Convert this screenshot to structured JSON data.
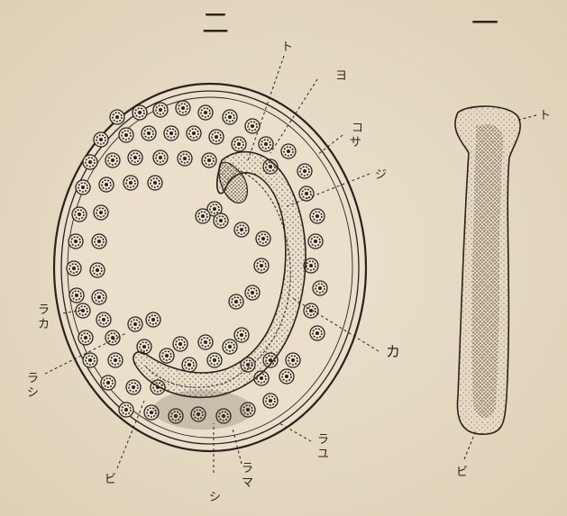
{
  "figure_numbers": {
    "fig2": "二",
    "fig1": "一"
  },
  "labels": {
    "to_top": "ト",
    "yo": "ヨ",
    "ko": "コ",
    "sa": "サ",
    "ji": "ジ",
    "ka": "カ",
    "ra_ka": "ラ\nカ",
    "ra_shi": "ラ\nシ",
    "bi_left": "ビ",
    "shi_bottom": "シ",
    "ra_ma": "ラ\nマ",
    "ra_yu": "ラ\nユ",
    "to_right": "ト",
    "bi_right": "ビ"
  },
  "colors": {
    "paper": "#e7dcc6",
    "ink": "#2a221a",
    "stipple": "#5a4a3a"
  }
}
